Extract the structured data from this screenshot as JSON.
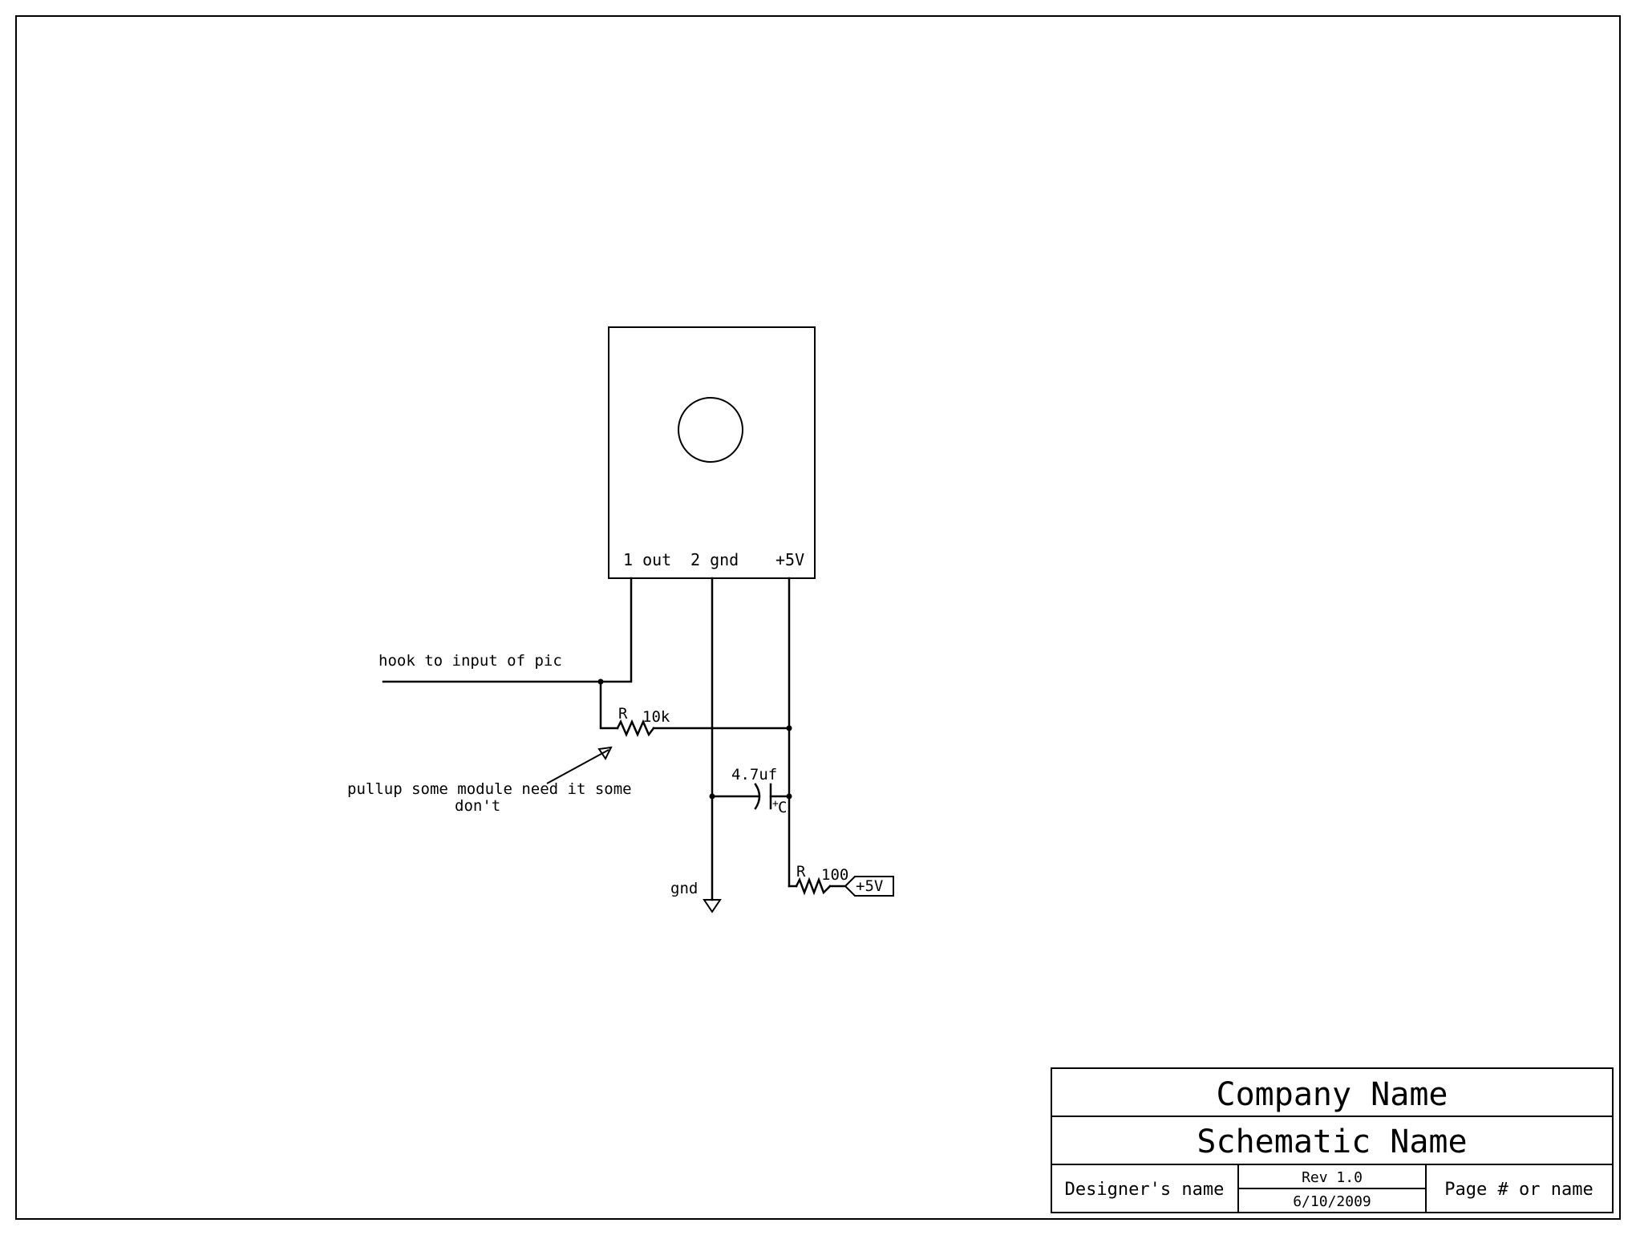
{
  "sensor": {
    "pin_out": "1 out",
    "pin_gnd": "2 gnd",
    "pin_vcc": "+5V"
  },
  "annotations": {
    "hook": "hook to input of pic",
    "pullup_line1": "pullup some module need it some",
    "pullup_line2": "don't",
    "gnd": "gnd"
  },
  "components": {
    "r_pullup_ref": "R",
    "r_pullup_value": "10k",
    "cap_value": "4.7uf",
    "cap_ref": "C",
    "cap_plus": "+",
    "r_series_ref": "R",
    "r_series_value": "100",
    "power_label": "+5V"
  },
  "title_block": {
    "company": "Company Name",
    "schematic": "Schematic Name",
    "designer": "Designer's name",
    "rev": "Rev 1.0",
    "date": "6/10/2009",
    "page": "Page # or name"
  }
}
